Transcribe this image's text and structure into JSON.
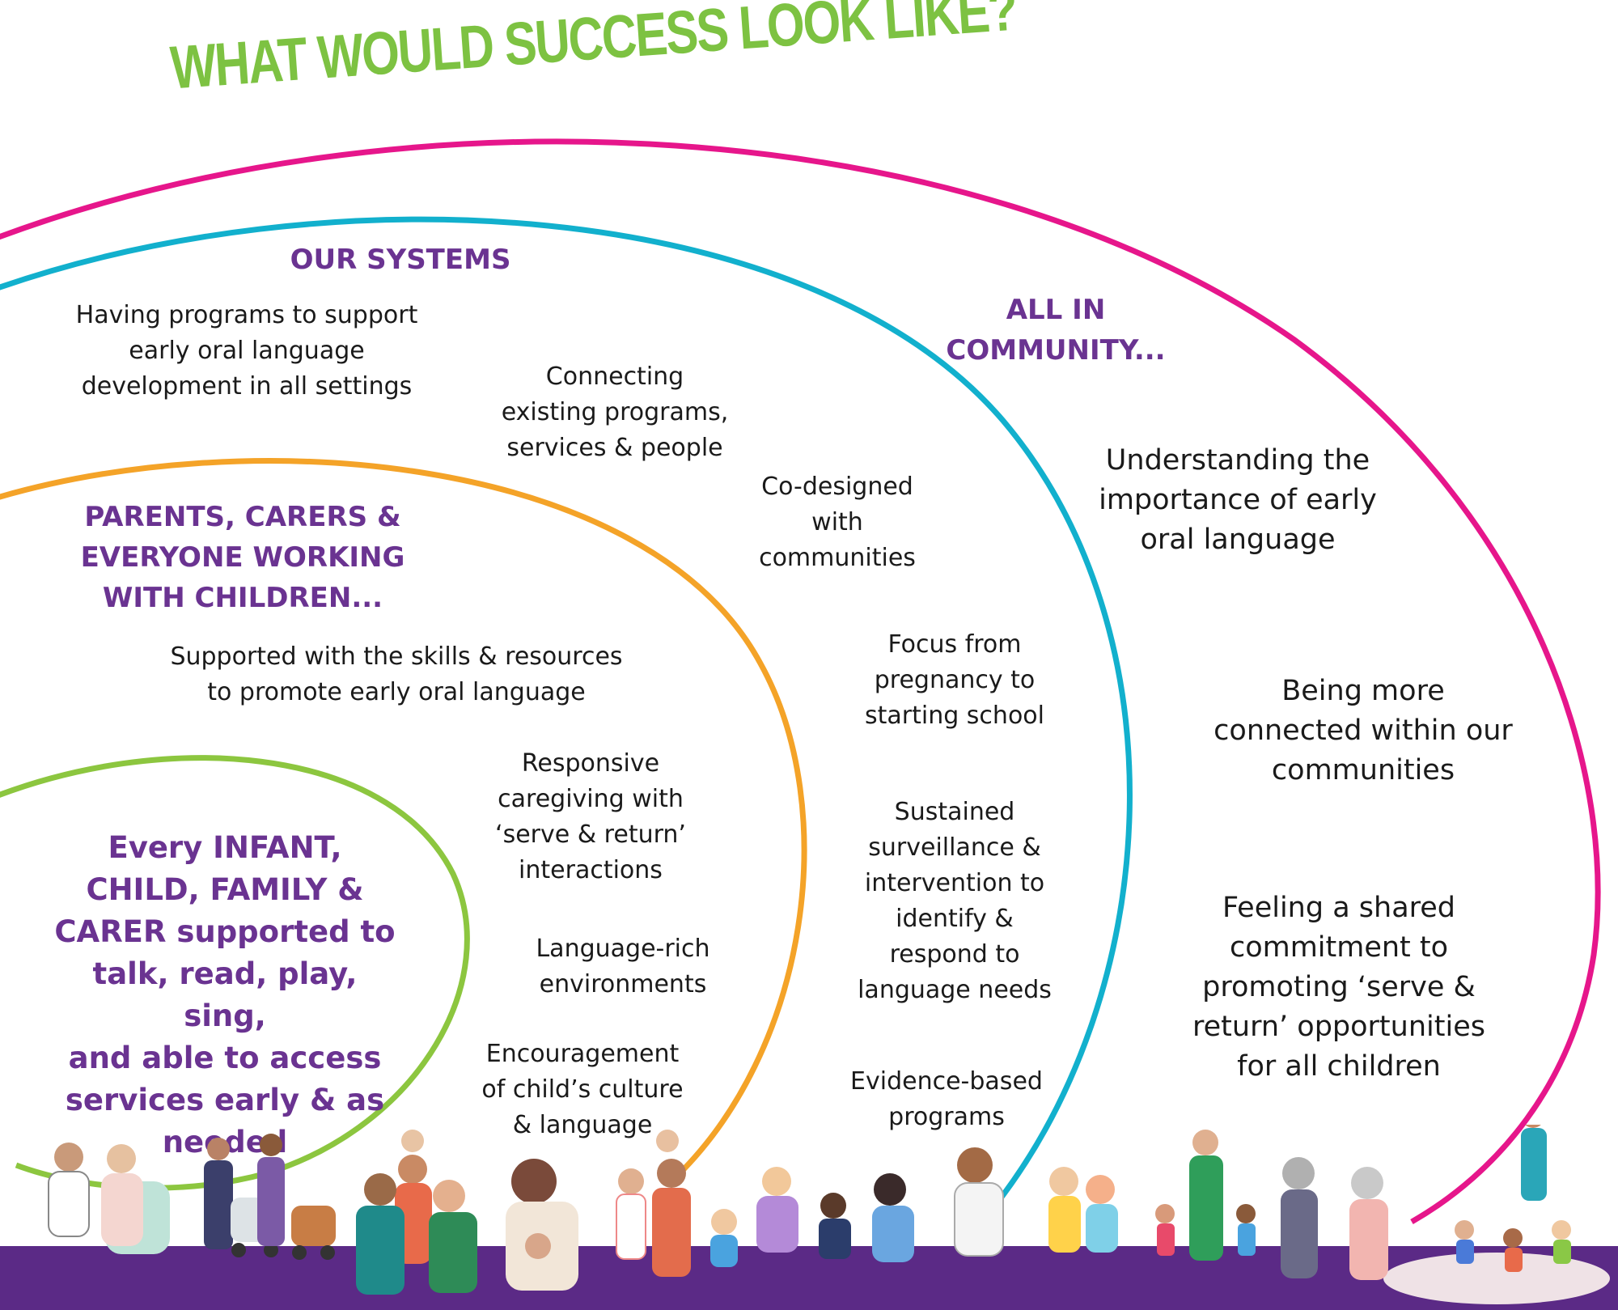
{
  "colors": {
    "title_green": "#7dc242",
    "heading_purple": "#6a3391",
    "ring_outer_magenta": "#e6168b",
    "ring_cyan": "#12b0cd",
    "ring_orange": "#f4a328",
    "ring_inner_green": "#8cc63f",
    "ground_purple": "#5b2a86"
  },
  "title": "WHAT WOULD SUCCESS LOOK LIKE?",
  "sections": {
    "systems": {
      "heading": "OUR SYSTEMS",
      "items": [
        "Having programs to support\nearly oral language\ndevelopment in all settings",
        "Connecting\nexisting programs,\nservices & people",
        "Co-designed\nwith\ncommunities",
        "Focus from\npregnancy to\nstarting school",
        "Sustained\nsurveillance &\nintervention to\nidentify &\nrespond to\nlanguage needs",
        "Evidence-based\nprograms"
      ]
    },
    "community": {
      "heading": "ALL IN\nCOMMUNITY...",
      "items": [
        "Understanding the\nimportance of early\noral language",
        "Being more\nconnected within our\ncommunities",
        "Feeling a shared\ncommitment to\npromoting ‘serve &\nreturn’ opportunities\nfor all children"
      ]
    },
    "parents": {
      "heading": "PARENTS, CARERS &\nEVERYONE WORKING\nWITH CHILDREN...",
      "items": [
        "Supported with the skills & resources\nto promote early oral language",
        "Responsive\ncaregiving with\n‘serve & return’\ninteractions",
        "Language-rich\nenvironments",
        "Encouragement\nof child’s culture\n& language"
      ]
    },
    "core": {
      "heading": "Every INFANT,\nCHILD, FAMILY &\nCARER supported to\ntalk, read, play, sing,\nand able to access\nservices early & as\nneeded"
    }
  },
  "illustration": {
    "description_icon": "people-illustration"
  }
}
